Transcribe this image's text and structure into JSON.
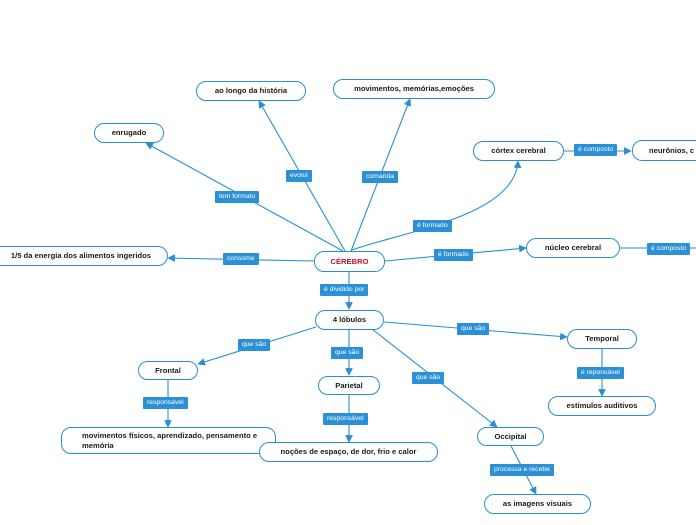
{
  "nodes": {
    "cerebro": "CÉREBRO",
    "enrugado": "enrugado",
    "historia": "ao longo da história",
    "movimentos": "movimentos, memórias,emoções",
    "cortex": "córtex cerebral",
    "neuronios": "neurônios, c",
    "nucleo": "núcleo cerebral",
    "energia": "1/5 da energia dos alimentos ingeridos",
    "lobulos": "4 lóbulos",
    "frontal": "Frontal",
    "parietal": "Parietal",
    "temporal": "Temporal",
    "occipital": "Occipital",
    "mov_fisicos": "movimentos físicos, aprendizado, pensamento e memória",
    "nocoes": "noções de espaço, de dor, frio e calor",
    "estimulos": "estímulos auditivos",
    "imagens": "as imagens visuais"
  },
  "links": {
    "tem_formato": "tem formato",
    "evolui": "evolui",
    "comanda": "comanda",
    "e_formado_1": "é formado",
    "e_formado_2": "é formado",
    "e_composto_1": "é composto",
    "e_composto_2": "é composto",
    "consome": "consome",
    "dividido": "é dividido por",
    "que_sao_1": "que são",
    "que_sao_2": "que são",
    "que_sao_3": "que são",
    "que_sao_4": "que são",
    "responsavel_1": "responsável",
    "responsavel_2": "responsável",
    "e_reponsavel": "é reponsável",
    "processa": "processa e recebe"
  },
  "colors": {
    "line": "#2a8ed0",
    "label_bg": "#2c90d6",
    "central_text": "#c3102f"
  }
}
